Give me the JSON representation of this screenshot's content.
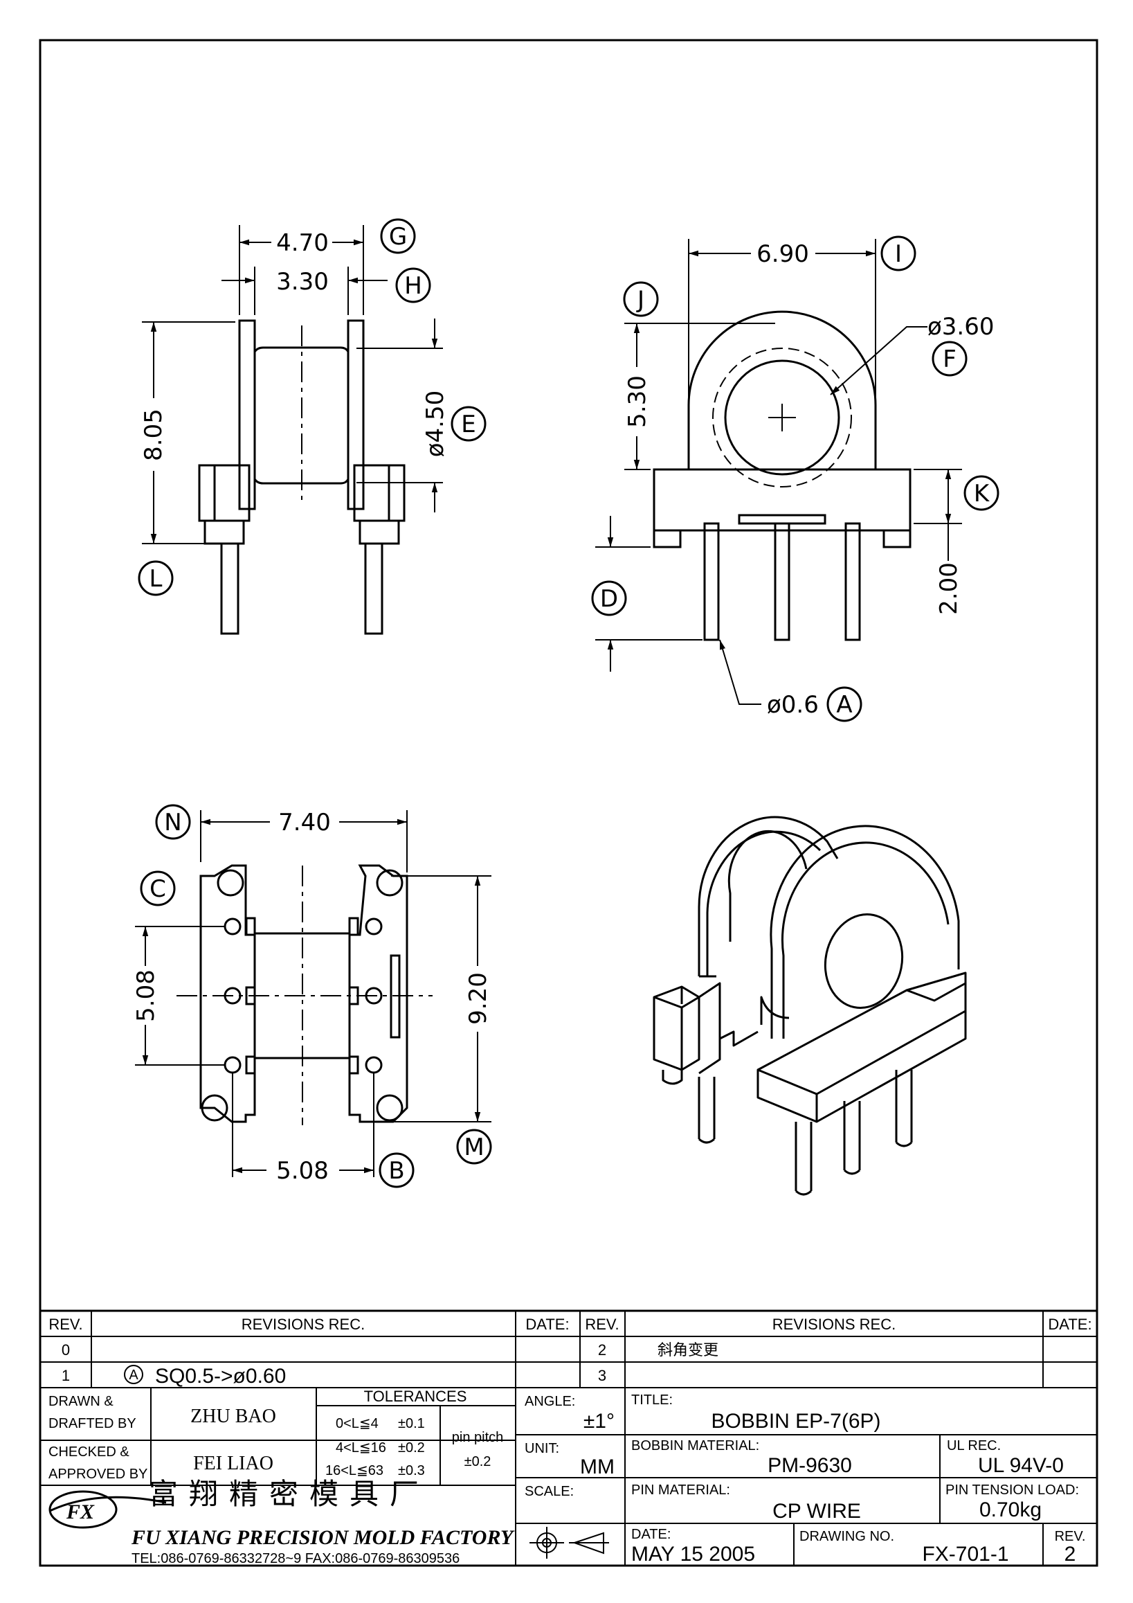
{
  "views": {
    "side": {
      "dims": [
        "4.70",
        "3.30",
        "8.05",
        "ø4.50"
      ],
      "callouts": [
        "G",
        "H",
        "E",
        "L"
      ]
    },
    "front": {
      "dims": [
        "6.90",
        "5.30",
        "ø3.60",
        "2.00",
        "ø0.6"
      ],
      "callouts": [
        "I",
        "J",
        "F",
        "K",
        "D",
        "A"
      ]
    },
    "bottom": {
      "dims": [
        "7.40",
        "5.08",
        "9.20",
        "5.08"
      ],
      "callouts": [
        "N",
        "C",
        "M",
        "B"
      ]
    }
  },
  "title_block": {
    "revisions_left": {
      "headers": [
        "REV.",
        "REVISIONS   REC.",
        "DATE:"
      ],
      "rows": [
        {
          "rev": "0",
          "text": "",
          "date": ""
        },
        {
          "rev": "1",
          "mark": "A",
          "text": "SQ0.5->ø0.60",
          "date": ""
        }
      ]
    },
    "revisions_right": {
      "headers": [
        "REV.",
        "REVISIONS   REC.",
        "DATE:"
      ],
      "rows": [
        {
          "rev": "2",
          "text": "斜角变更",
          "date": ""
        },
        {
          "rev": "3",
          "text": "",
          "date": ""
        }
      ]
    },
    "drawn_label": [
      "DRAWN  &",
      "DRAFTED  BY"
    ],
    "drawn_by": "ZHU   BAO",
    "checked_label": [
      "CHECKED  &",
      "APPROVED  BY"
    ],
    "checked_by": "FEI  LIAO",
    "tolerances": {
      "title": "TOLERANCES",
      "rows": [
        {
          "range": "0<L≦4",
          "tol": "±0.1"
        },
        {
          "range": "4<L≦16",
          "tol": "±0.2"
        },
        {
          "range": "16<L≦63",
          "tol": "±0.3"
        }
      ],
      "pitch_label": "pin  pitch",
      "pitch_tol": "±0.2"
    },
    "angle": {
      "label": "ANGLE:",
      "value": "±1°"
    },
    "unit": {
      "label": "UNIT:",
      "value": "MM"
    },
    "scale": {
      "label": "SCALE:"
    },
    "title": {
      "label": "TITLE:",
      "value": "BOBBIN  EP-7(6P)"
    },
    "bobbin_material": {
      "label": "BOBBIN  MATERIAL:",
      "value": "PM-9630"
    },
    "ul_rec": {
      "label": "UL  REC.",
      "value": "UL  94V-0"
    },
    "pin_material": {
      "label": "PIN  MATERIAL:",
      "value": "CP  WIRE"
    },
    "pin_tension": {
      "label": "PIN  TENSION  LOAD:",
      "value": "0.70kg"
    },
    "date": {
      "label": "DATE:",
      "value": "MAY  15   2005"
    },
    "drawing_no": {
      "label": "DRAWING  NO.",
      "value": "FX-701-1"
    },
    "rev": {
      "label": "REV.",
      "value": "2"
    },
    "company_cn": "富翔精密模具厂",
    "company_en": "FU XIANG PRECISION MOLD FACTORY",
    "contact": "TEL:086-0769-86332728~9  FAX:086-0769-86309536"
  },
  "logo_text": "FX"
}
